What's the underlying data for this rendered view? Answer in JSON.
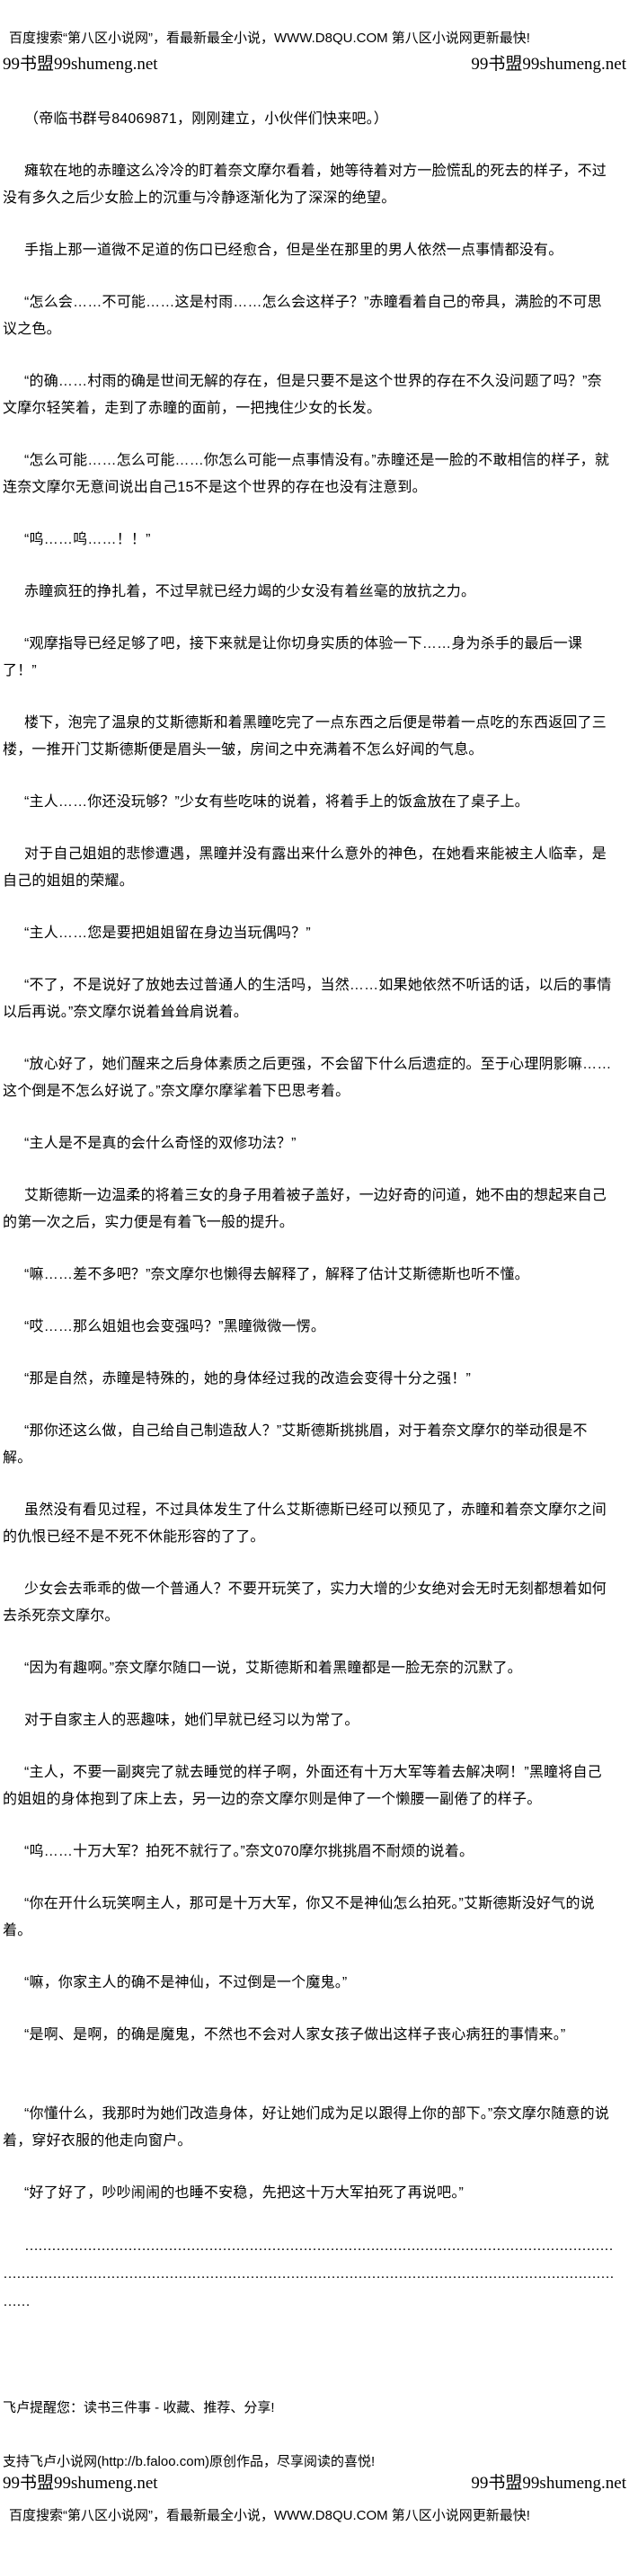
{
  "header": {
    "promo": "百度搜索“第八区小说网”，看最新最全小说，WWW.D8QU.COM  第八区小说网更新最快!",
    "site_left": "99书盟99shumeng.net",
    "site_right": "99书盟99shumeng.net"
  },
  "paragraphs": [
    "（帝临书群号84069871，刚刚建立，小伙伴们快来吧。）",
    "瘫软在地的赤瞳这么冷冷的盯着奈文摩尔看着，她等待着对方一脸慌乱的死去的样子，不过没有多久之后少女脸上的沉重与冷静逐渐化为了深深的绝望。",
    "手指上那一道微不足道的伤口已经愈合，但是坐在那里的男人依然一点事情都没有。",
    "“怎么会……不可能……这是村雨……怎么会这样子？”赤瞳看着自己的帝具，满脸的不可思议之色。",
    "“的确……村雨的确是世间无解的存在，但是只要不是这个世界的存在不久没问题了吗？”奈文摩尔轻笑着，走到了赤瞳的面前，一把拽住少女的长发。",
    "“怎么可能……怎么可能……你怎么可能一点事情没有。”赤瞳还是一脸的不敢相信的样子，就连奈文摩尔无意间说出自己15不是这个世界的存在也没有注意到。",
    "“呜……呜……！！”",
    "赤瞳疯狂的挣扎着，不过早就已经力竭的少女没有着丝毫的放抗之力。",
    "“观摩指导已经足够了吧，接下来就是让你切身实质的体验一下……身为杀手的最后一课了！”",
    "楼下，泡完了温泉的艾斯德斯和着黑瞳吃完了一点东西之后便是带着一点吃的东西返回了三楼，一推开门艾斯德斯便是眉头一皱，房间之中充满着不怎么好闻的气息。",
    "“主人……你还没玩够？”少女有些吃味的说着，将着手上的饭盒放在了桌子上。",
    "对于自己姐姐的悲惨遭遇，黑瞳并没有露出来什么意外的神色，在她看来能被主人临幸，是自己的姐姐的荣耀。",
    "“主人……您是要把姐姐留在身边当玩偶吗？”",
    "“不了，不是说好了放她去过普通人的生活吗，当然……如果她依然不听话的话，以后的事情以后再说。”奈文摩尔说着耸耸肩说着。",
    "“放心好了，她们醒来之后身体素质之后更强，不会留下什么后遗症的。至于心理阴影嘛……这个倒是不怎么好说了。”奈文摩尔摩挲着下巴思考着。",
    "“主人是不是真的会什么奇怪的双修功法？”",
    "艾斯德斯一边温柔的将着三女的身子用着被子盖好，一边好奇的问道，她不由的想起来自己的第一次之后，实力便是有着飞一般的提升。",
    "“嘛……差不多吧？”奈文摩尔也懒得去解释了，解释了估计艾斯德斯也听不懂。",
    "“哎……那么姐姐也会变强吗？”黑瞳微微一愣。",
    "“那是自然，赤瞳是特殊的，她的身体经过我的改造会变得十分之强！”",
    "“那你还这么做，自己给自己制造敌人？”艾斯德斯挑挑眉，对于着奈文摩尔的举动很是不解。",
    "虽然没有看见过程，不过具体发生了什么艾斯德斯已经可以预见了，赤瞳和着奈文摩尔之间的仇恨已经不是不死不休能形容的了了。",
    "少女会去乖乖的做一个普通人？不要开玩笑了，实力大增的少女绝对会无时无刻都想着如何去杀死奈文摩尔。",
    "“因为有趣啊。”奈文摩尔随口一说，艾斯德斯和着黑瞳都是一脸无奈的沉默了。",
    "对于自家主人的恶趣味，她们早就已经习以为常了。",
    "“主人，不要一副爽完了就去睡觉的样子啊，外面还有十万大军等着去解决啊！”黑瞳将自己的姐姐的身体抱到了床上去，另一边的奈文摩尔则是伸了一个懒腰一副倦了的样子。",
    "“呜……十万大军？拍死不就行了。”奈文070摩尔挑挑眉不耐烦的说着。",
    "“你在开什么玩笑啊主人，那可是十万大军，你又不是神仙怎么拍死。”艾斯德斯没好气的说着。",
    "“嘛，你家主人的确不是神仙，不过倒是一个魔鬼。”",
    "“是啊、是啊，的确是魔鬼，不然也不会对人家女孩子做出这样子丧心病狂的事情来。”",
    "“你懂什么，我那时为她们改造身体，好让她们成为足以跟得上你的部下。”奈文摩尔随意的说着，穿好衣服的他走向窗户。",
    "“好了好了，吵吵闹闹的也睡不安稳，先把这十万大军拍死了再说吧。”"
  ],
  "ellipsis": {
    "line1": "………………………………………………………………………………………………………………………………",
    "line2": "…………………………………………………………………………………………………………………………………",
    "line3": "……"
  },
  "footer": {
    "reminder": "飞卢提醒您：读书三件事 - 收藏、推荐、分享!",
    "support": "支持飞卢小说网(http://b.faloo.com)原创作品，尽享阅读的喜悦!",
    "site_left": "99书盟99shumeng.net",
    "site_right": "99书盟99shumeng.net",
    "promo": "百度搜索“第八区小说网”，看最新最全小说，WWW.D8QU.COM  第八区小说网更新最快!"
  }
}
